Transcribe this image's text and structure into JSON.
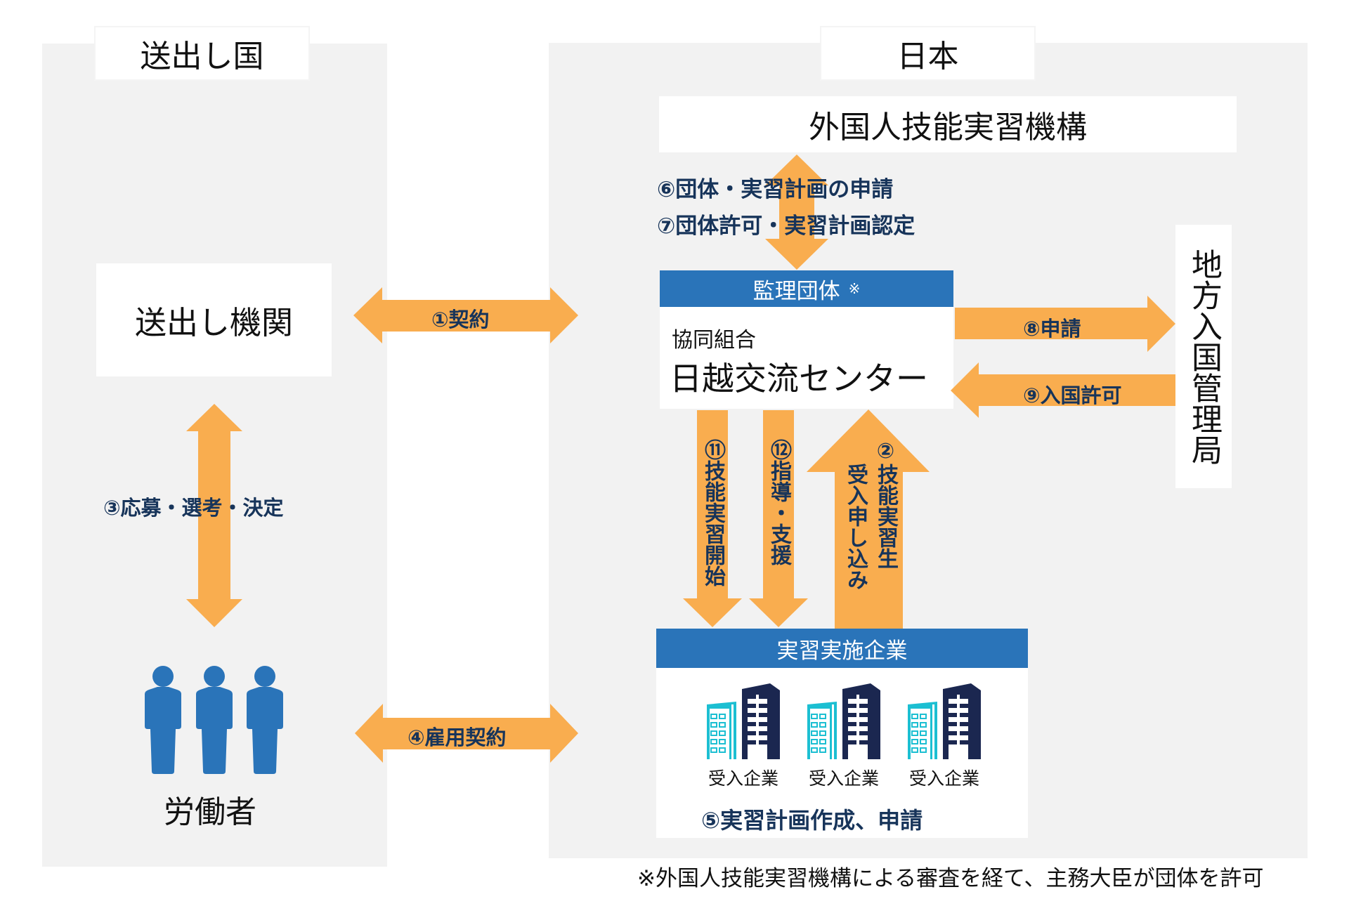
{
  "colors": {
    "panel_bg": "#f2f2f2",
    "arrow": "#f9ad4f",
    "header_blue": "#2a74b9",
    "label_navy": "#17345a",
    "person_blue": "#2a74b9",
    "building_cyan": "#1cbfd2",
    "building_navy": "#1b2750"
  },
  "sending_country": {
    "tab_title": "送出し国",
    "agency": "送出し機関",
    "workers_label": "労働者",
    "worker_icon": "person-icon",
    "worker_count": 3
  },
  "japan": {
    "tab_title": "日本",
    "otit": "外国人技能実習機構",
    "immigration": "地方入国管理局",
    "supervising_org": {
      "header": "監理団体",
      "header_mark": "※",
      "subtitle": "協同組合",
      "name": "日越交流センター"
    },
    "implementing_company": {
      "header": "実習実施企業",
      "companies": [
        "受入企業",
        "受入企業",
        "受入企業"
      ],
      "company_icon": "building-icon",
      "step5": "⑤実習計画作成、申請"
    }
  },
  "flows": {
    "step1": "①契約",
    "step2_line1": "②技能実習生",
    "step2_line2": "受入申し込み",
    "step3": "③応募・選考・決定",
    "step4": "④雇用契約",
    "step6": "⑥団体・実習計画の申請",
    "step7": "⑦団体許可・実習計画認定",
    "step8": "⑧申請",
    "step9": "⑨入国許可",
    "step11": "⑪技能実習開始",
    "step12": "⑫指導・支援"
  },
  "footnote": "※外国人技能実習機構による審査を経て、主務大臣が団体を許可"
}
